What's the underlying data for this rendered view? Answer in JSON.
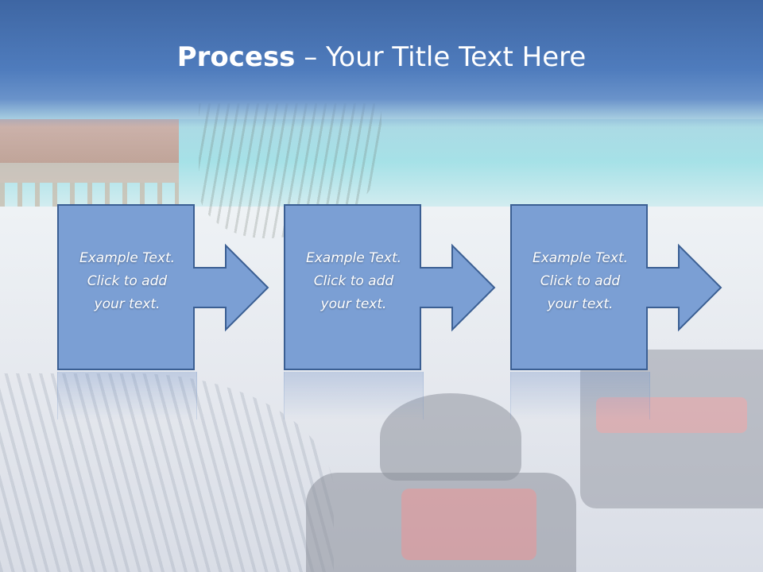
{
  "slide": {
    "title_bold": "Process",
    "title_rest": " – Your Title Text Here"
  },
  "steps": [
    {
      "lines": [
        "Example Text.",
        "Click  to add",
        "your text."
      ]
    },
    {
      "lines": [
        "Example Text.",
        "Click  to add",
        "your text."
      ]
    },
    {
      "lines": [
        "Example Text.",
        "Click  to add",
        "your text."
      ]
    }
  ],
  "colors": {
    "box_fill": "#7b9fd4",
    "box_stroke": "#3b5f93",
    "title_bar": "#4f7cbd",
    "text": "#ffffff"
  },
  "icons": [
    "arrow-right-icon"
  ]
}
